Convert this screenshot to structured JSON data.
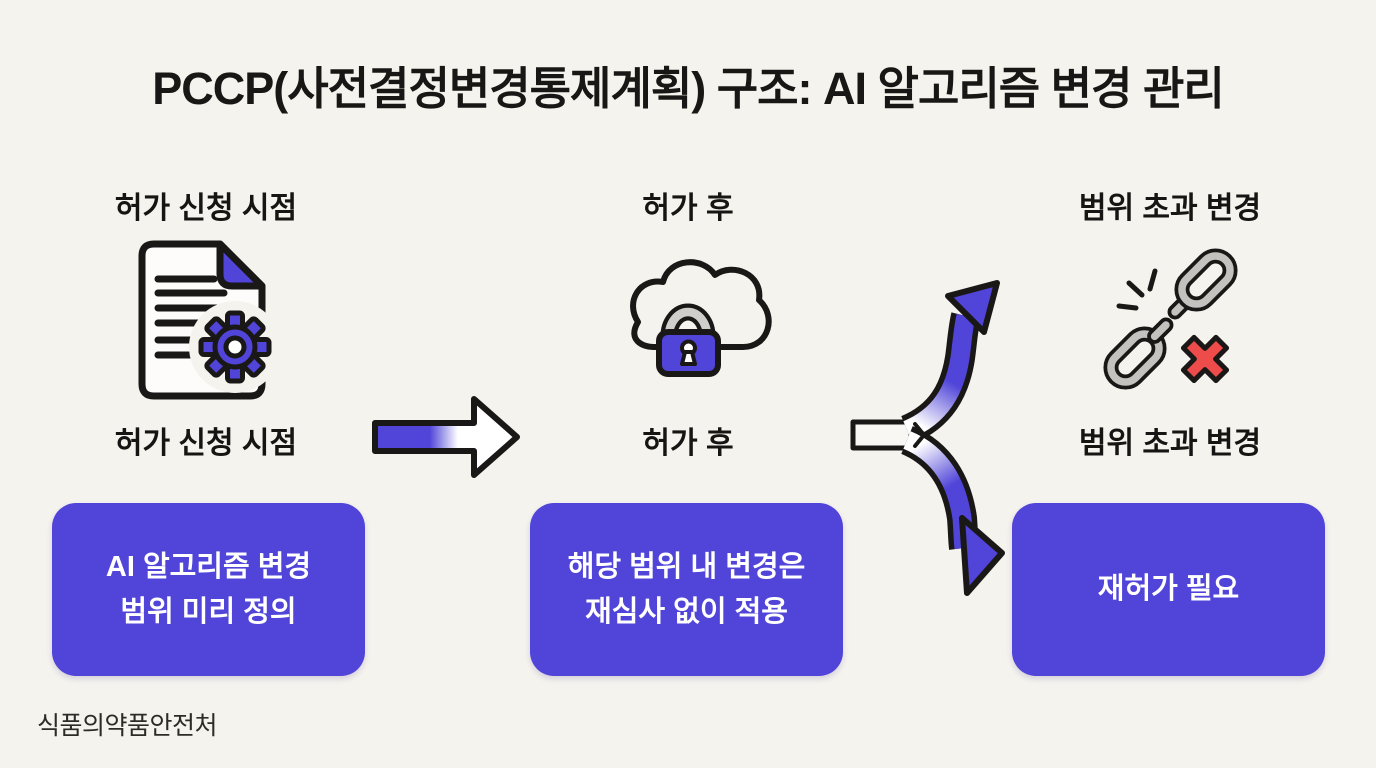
{
  "title": "PCCP(사전결정변경통제계획) 구조: AI 알고리즘 변경 관리",
  "source": "식품의약품안전처",
  "colors": {
    "background": "#f5f3ee",
    "accent_purple": "#5045d8",
    "outline_black": "#1a1816",
    "box_text": "#ffffff",
    "chain_gray": "#c4c2bf",
    "error_red": "#ee4b4b"
  },
  "columns": [
    {
      "id": "application-time",
      "top_label": "허가 신청 시점",
      "icon": "document-gear-icon",
      "mid_label": "허가 신청 시점",
      "box_lines": [
        "AI 알고리즘 변경",
        "범위 미리 정의"
      ]
    },
    {
      "id": "post-approval",
      "top_label": "허가 후",
      "icon": "cloud-lock-icon",
      "mid_label": "허가 후",
      "box_lines": [
        "해당 범위 내 변경은",
        "재심사 없이 적용"
      ]
    },
    {
      "id": "out-of-scope-change",
      "top_label": "범위 초과 변경",
      "icon": "broken-chain-icon",
      "mid_label": "범위 초과 변경",
      "box_lines": [
        "재허가 필요"
      ]
    }
  ]
}
